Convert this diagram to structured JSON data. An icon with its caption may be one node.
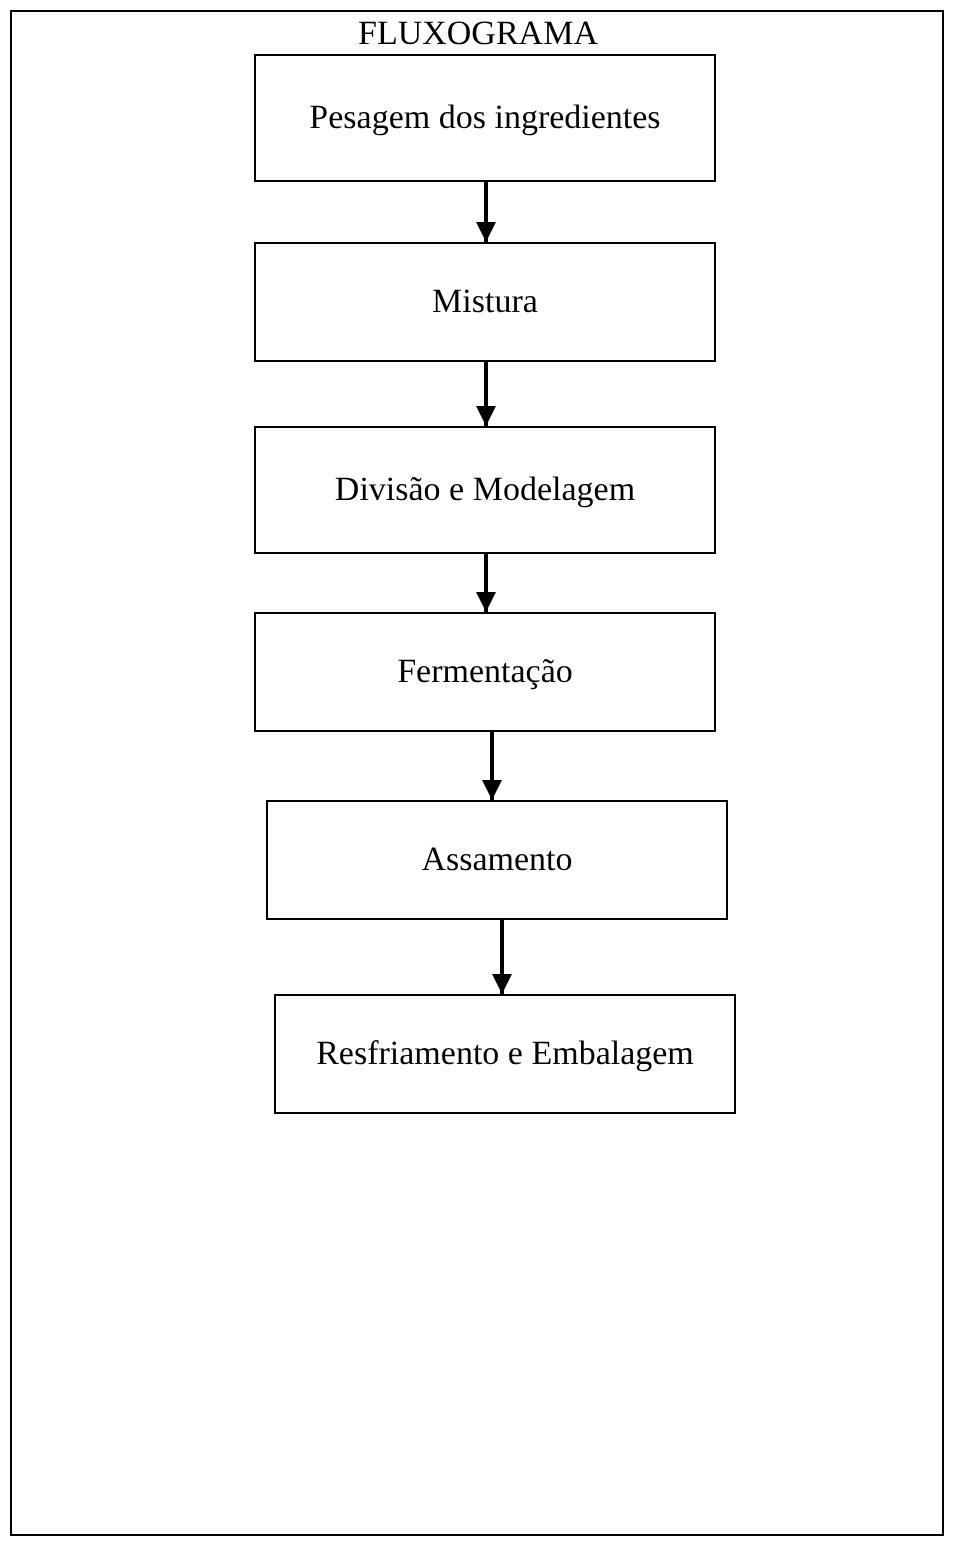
{
  "diagram": {
    "title": "FLUXOGRAMA",
    "nodes": [
      {
        "text": [
          "Pesagem dos ingredientes"
        ]
      },
      {
        "text": [
          "Mistura"
        ]
      },
      {
        "text": [
          "Divisão e Modelagem"
        ]
      },
      {
        "text": [
          "Fermentação"
        ]
      },
      {
        "text": [
          "Assamento"
        ]
      },
      {
        "text": [
          "Resfriamento e Embalagem"
        ]
      }
    ],
    "edges": [
      {
        "from": 0,
        "to": 1,
        "arrow": "to"
      },
      {
        "from": 1,
        "to": 2,
        "arrow": "to"
      },
      {
        "from": 2,
        "to": 3,
        "arrow": "to"
      },
      {
        "from": 3,
        "to": 4,
        "arrow": "to"
      },
      {
        "from": 4,
        "to": 5,
        "arrow": "to"
      }
    ]
  }
}
